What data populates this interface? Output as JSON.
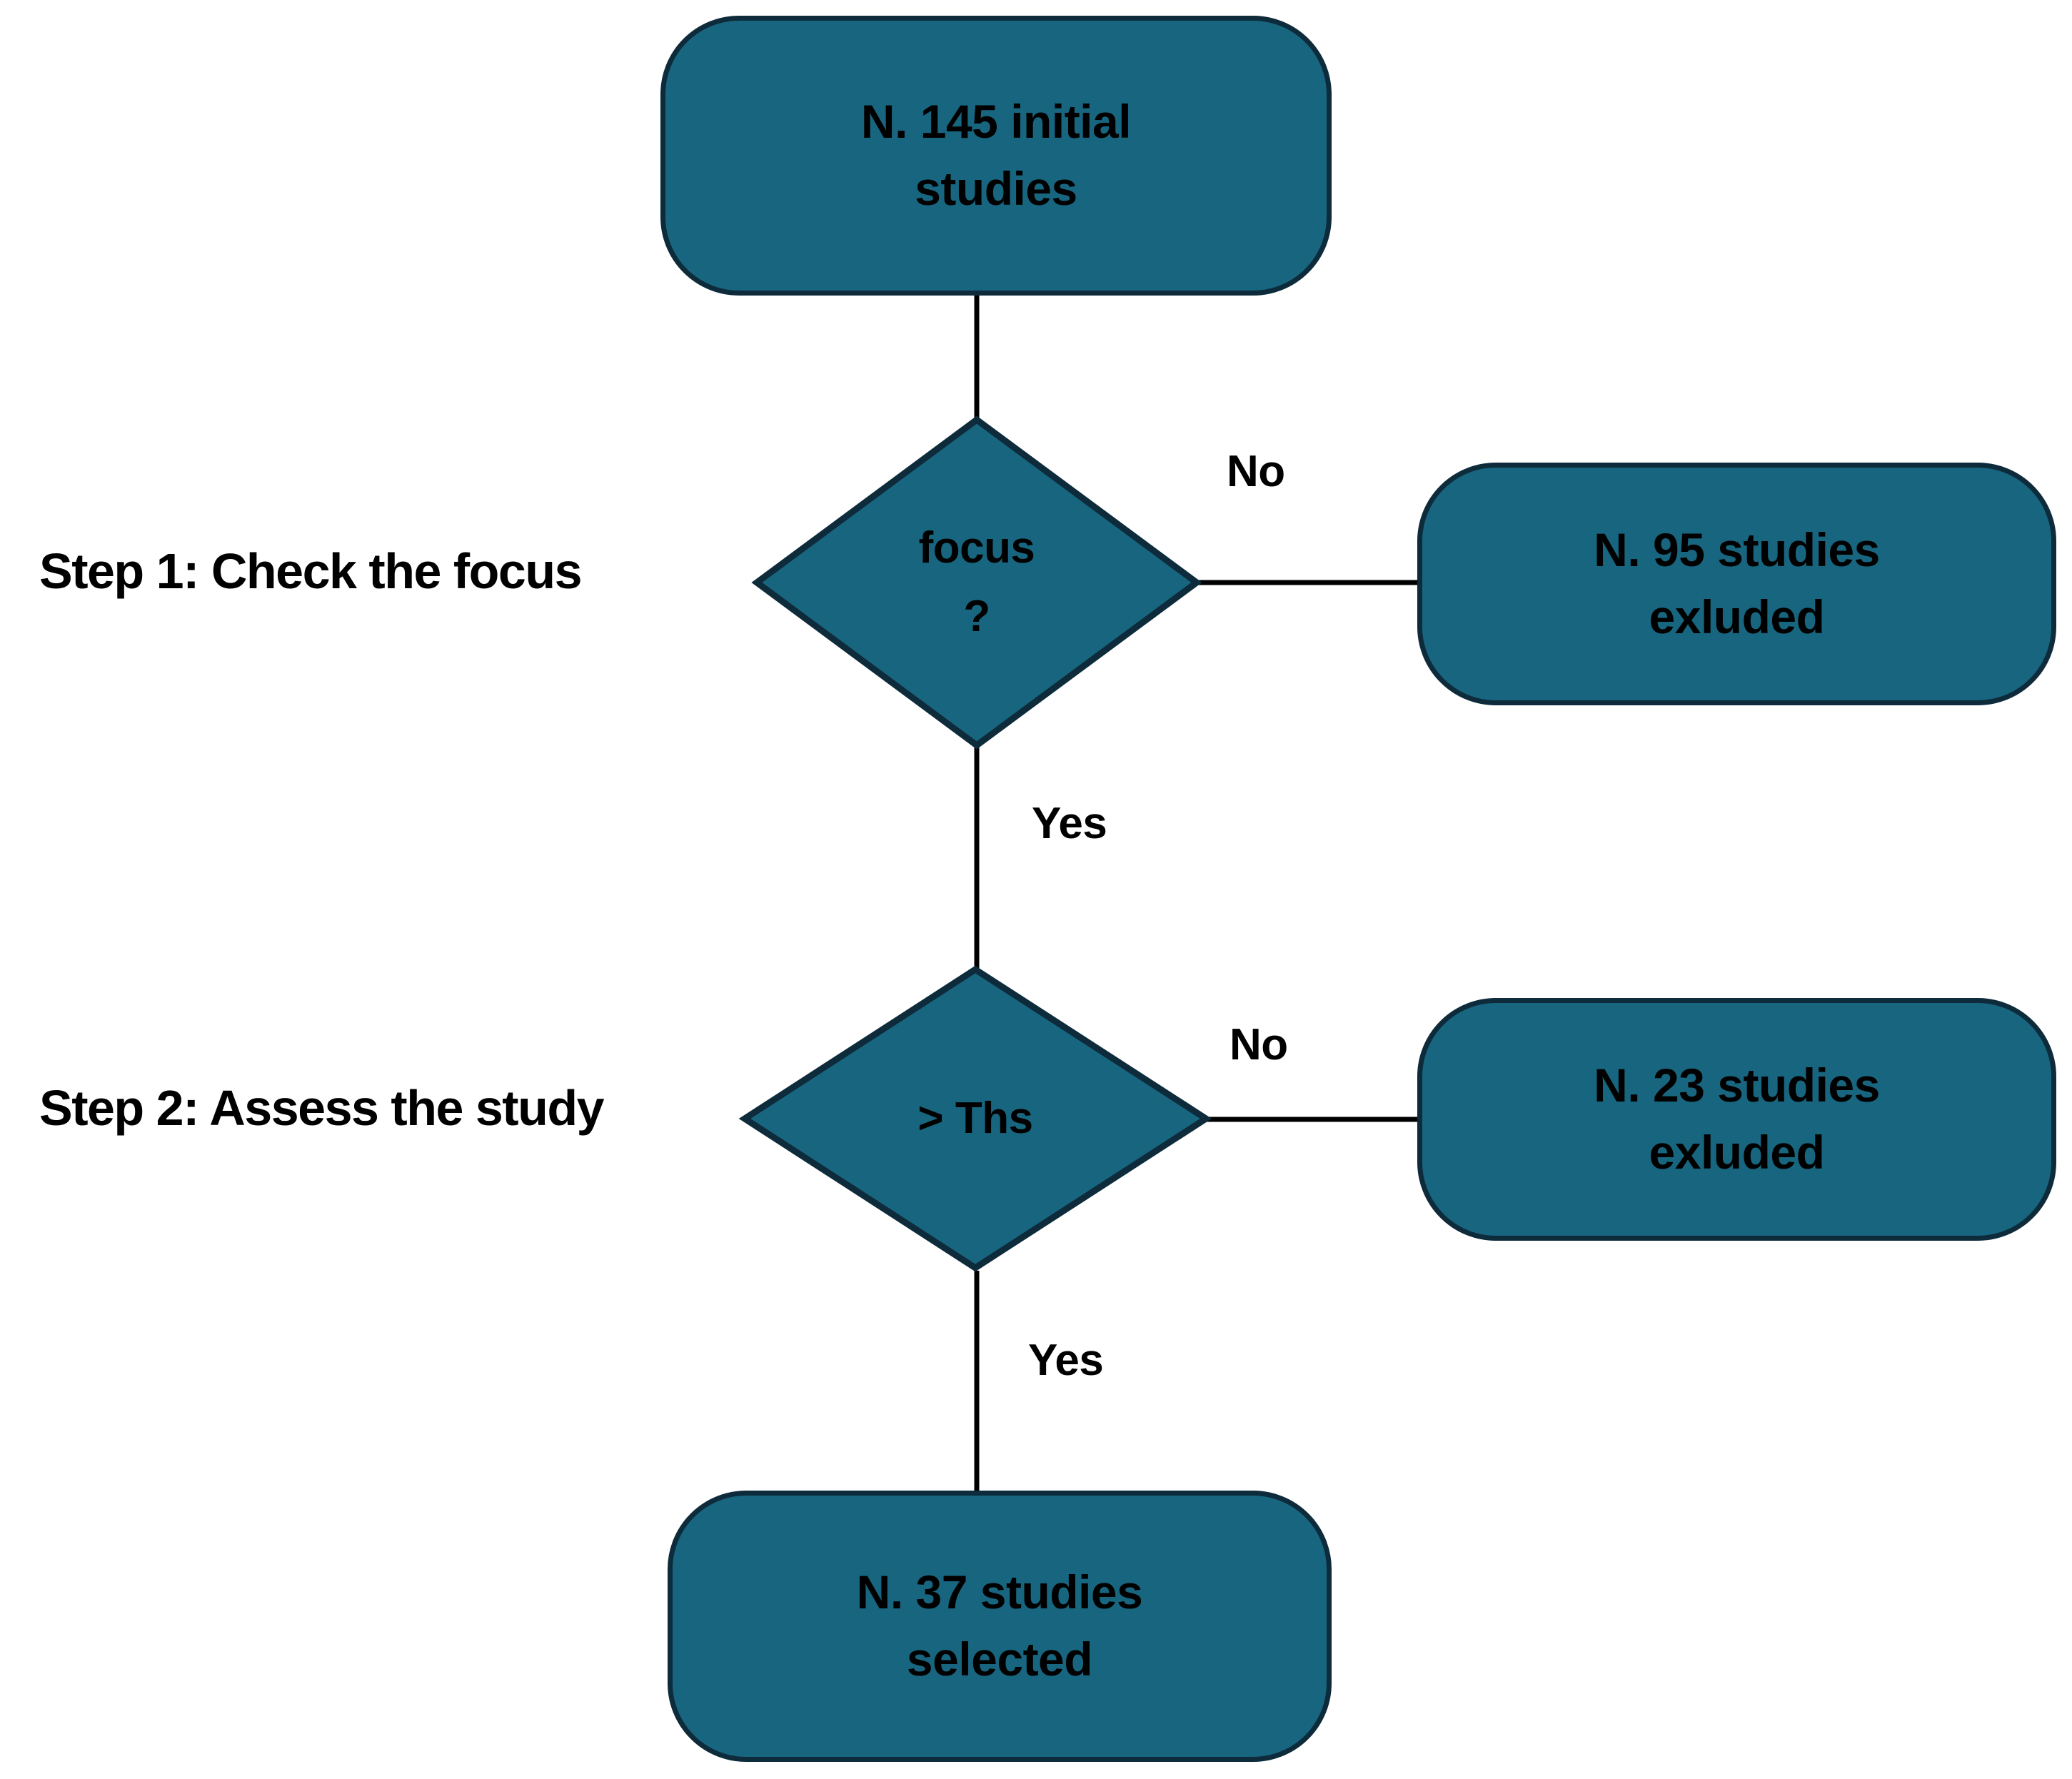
{
  "diagram": {
    "type": "flowchart",
    "title": "",
    "palette": {
      "node_fill": "#18657f",
      "node_stroke": "#0d2b3a",
      "edge_stroke": "#000000",
      "text": "#000000",
      "background": "#ffffff"
    },
    "step_labels": [
      {
        "id": "step1",
        "text": "Step 1: Check the focus"
      },
      {
        "id": "step2",
        "text": "Step 2: Assess the study"
      }
    ],
    "nodes": [
      {
        "id": "start",
        "shape": "stadium",
        "line1": "N. 145 initial",
        "line2": "studies"
      },
      {
        "id": "decision-focus",
        "shape": "diamond",
        "line1": "focus",
        "line2": "?"
      },
      {
        "id": "excluded-95",
        "shape": "stadium",
        "line1": "N. 95 studies",
        "line2": "exluded"
      },
      {
        "id": "decision-threshold",
        "shape": "diamond",
        "line1": "> Ths",
        "line2": ""
      },
      {
        "id": "excluded-23",
        "shape": "stadium",
        "line1": "N. 23 studies",
        "line2": "exluded"
      },
      {
        "id": "selected-37",
        "shape": "stadium",
        "line1": "N. 37 studies",
        "line2": "selected"
      }
    ],
    "edges": [
      {
        "id": "e1",
        "from": "start",
        "to": "decision-focus",
        "label": ""
      },
      {
        "id": "e2",
        "from": "decision-focus",
        "to": "excluded-95",
        "label": "No"
      },
      {
        "id": "e3",
        "from": "decision-focus",
        "to": "decision-threshold",
        "label": "Yes"
      },
      {
        "id": "e4",
        "from": "decision-threshold",
        "to": "excluded-23",
        "label": "No"
      },
      {
        "id": "e5",
        "from": "decision-threshold",
        "to": "selected-37",
        "label": "Yes"
      }
    ]
  }
}
